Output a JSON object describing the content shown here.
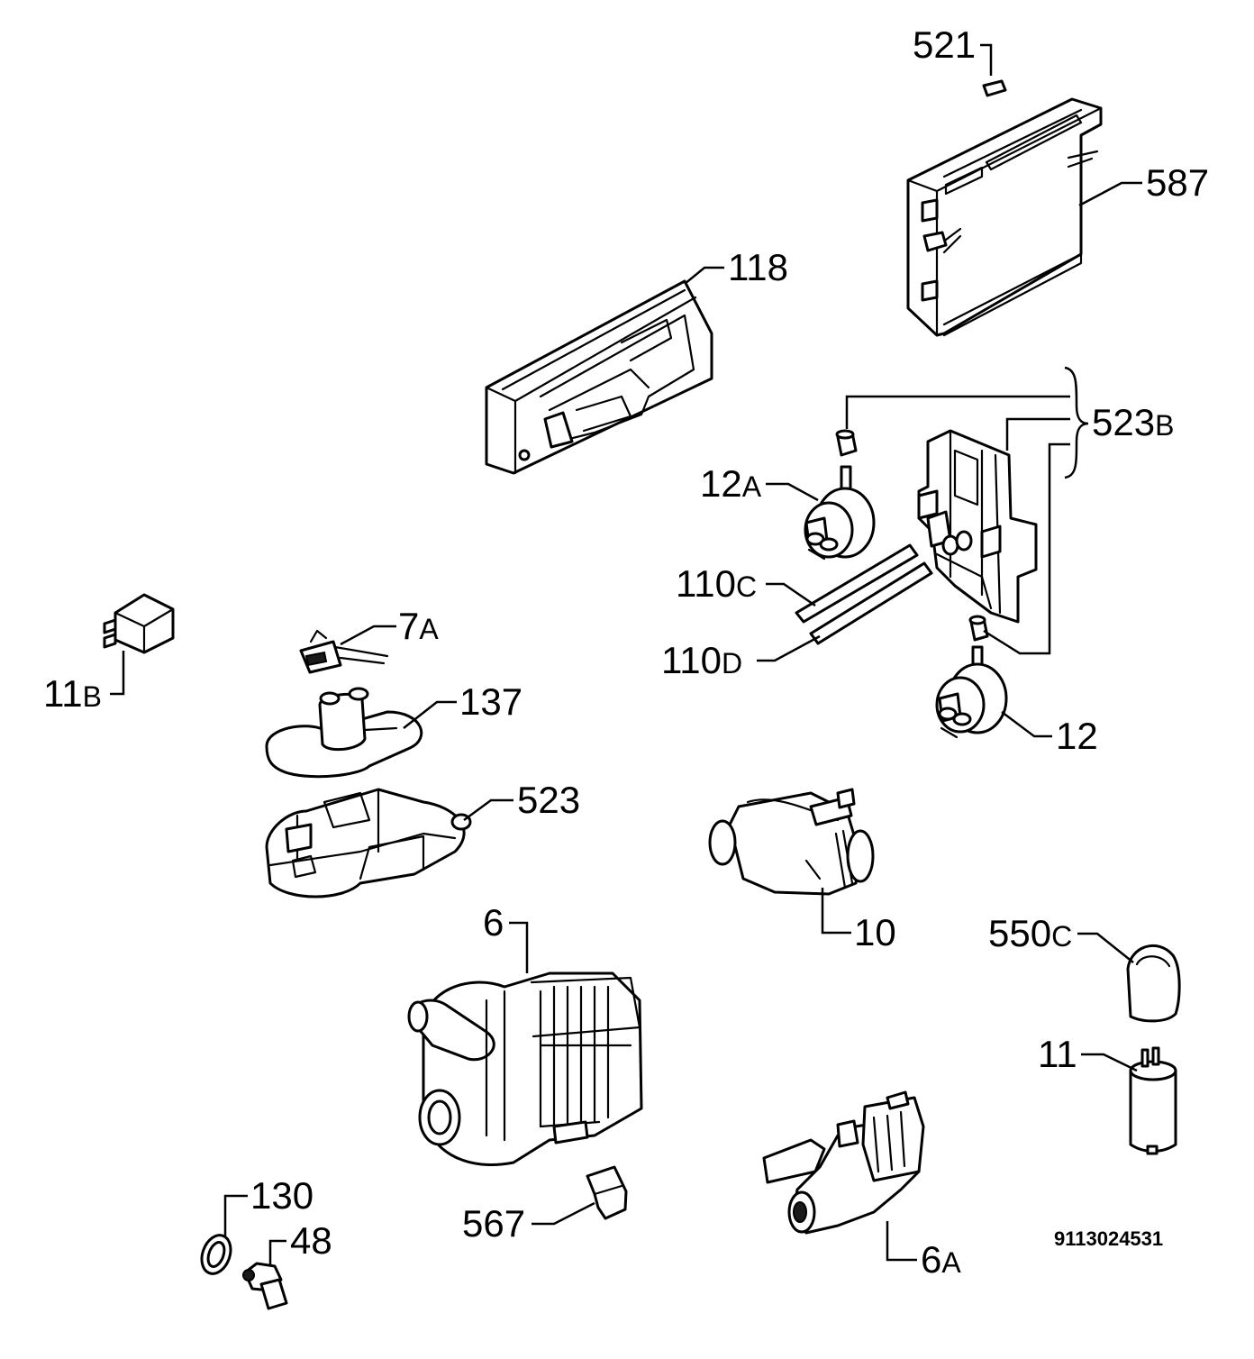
{
  "callouts": {
    "c521": {
      "num": "521"
    },
    "c587": {
      "num": "587"
    },
    "c118": {
      "num": "118"
    },
    "c523B": {
      "num": "523",
      "suffix": "B"
    },
    "c12A": {
      "num": "12",
      "suffix": "A"
    },
    "c110C": {
      "num": "110",
      "suffix": "C"
    },
    "c110D": {
      "num": "110",
      "suffix": "D"
    },
    "c11B": {
      "num": "11",
      "suffix": "B"
    },
    "c7A": {
      "num": "7",
      "suffix": "A"
    },
    "c137": {
      "num": "137"
    },
    "c12": {
      "num": "12"
    },
    "c523": {
      "num": "523"
    },
    "c10": {
      "num": "10"
    },
    "c6": {
      "num": "6"
    },
    "c550C": {
      "num": "550",
      "suffix": "C"
    },
    "c11": {
      "num": "11"
    },
    "c130": {
      "num": "130"
    },
    "c48": {
      "num": "48"
    },
    "c567": {
      "num": "567"
    },
    "c6A": {
      "num": "6",
      "suffix": "A"
    }
  },
  "diagram_code": "9113024531",
  "colors": {
    "line": "#000000",
    "background": "#ffffff",
    "shade": "#cfcfcf"
  }
}
